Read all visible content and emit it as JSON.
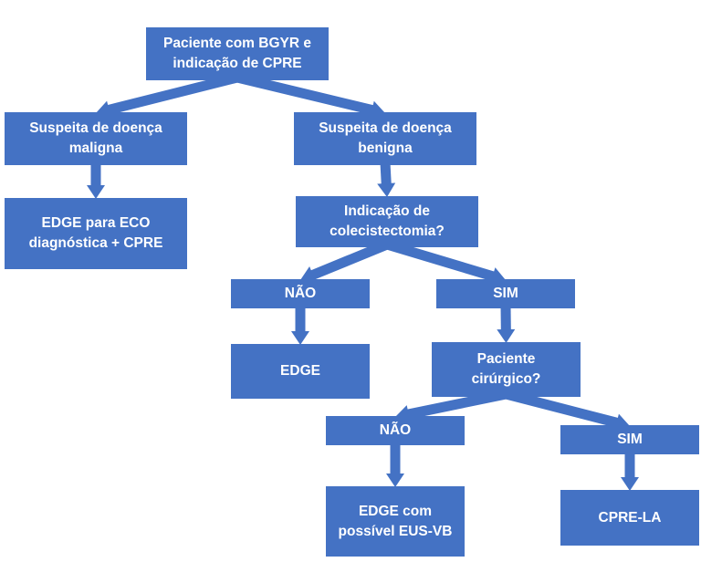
{
  "colors": {
    "node_fill": "#4472c4",
    "text": "#ffffff",
    "background": "#ffffff"
  },
  "nodes": {
    "root": "Paciente com BGYR e\nindicação de CPRE",
    "maligna": "Suspeita de doença\nmaligna",
    "benigna": "Suspeita de doença\nbenigna",
    "edge_eco": "EDGE para ECO\ndiagnóstica + CPRE",
    "colecistectomia": "Indicação de\ncolecistectomia?",
    "nao_1": "NÃO",
    "sim_1": "SIM",
    "edge_1": "EDGE",
    "paciente_cirurgico": "Paciente\ncirúrgico?",
    "nao_2": "NÃO",
    "sim_2": "SIM",
    "edge_eus": "EDGE com\npossível EUS-VB",
    "cpre_la": "CPRE-LA"
  },
  "edges": [
    [
      "root",
      "maligna"
    ],
    [
      "root",
      "benigna"
    ],
    [
      "maligna",
      "edge_eco"
    ],
    [
      "benigna",
      "colecistectomia"
    ],
    [
      "colecistectomia",
      "nao_1"
    ],
    [
      "colecistectomia",
      "sim_1"
    ],
    [
      "nao_1",
      "edge_1"
    ],
    [
      "sim_1",
      "paciente_cirurgico"
    ],
    [
      "paciente_cirurgico",
      "nao_2"
    ],
    [
      "paciente_cirurgico",
      "sim_2"
    ],
    [
      "nao_2",
      "edge_eus"
    ],
    [
      "sim_2",
      "cpre_la"
    ]
  ]
}
